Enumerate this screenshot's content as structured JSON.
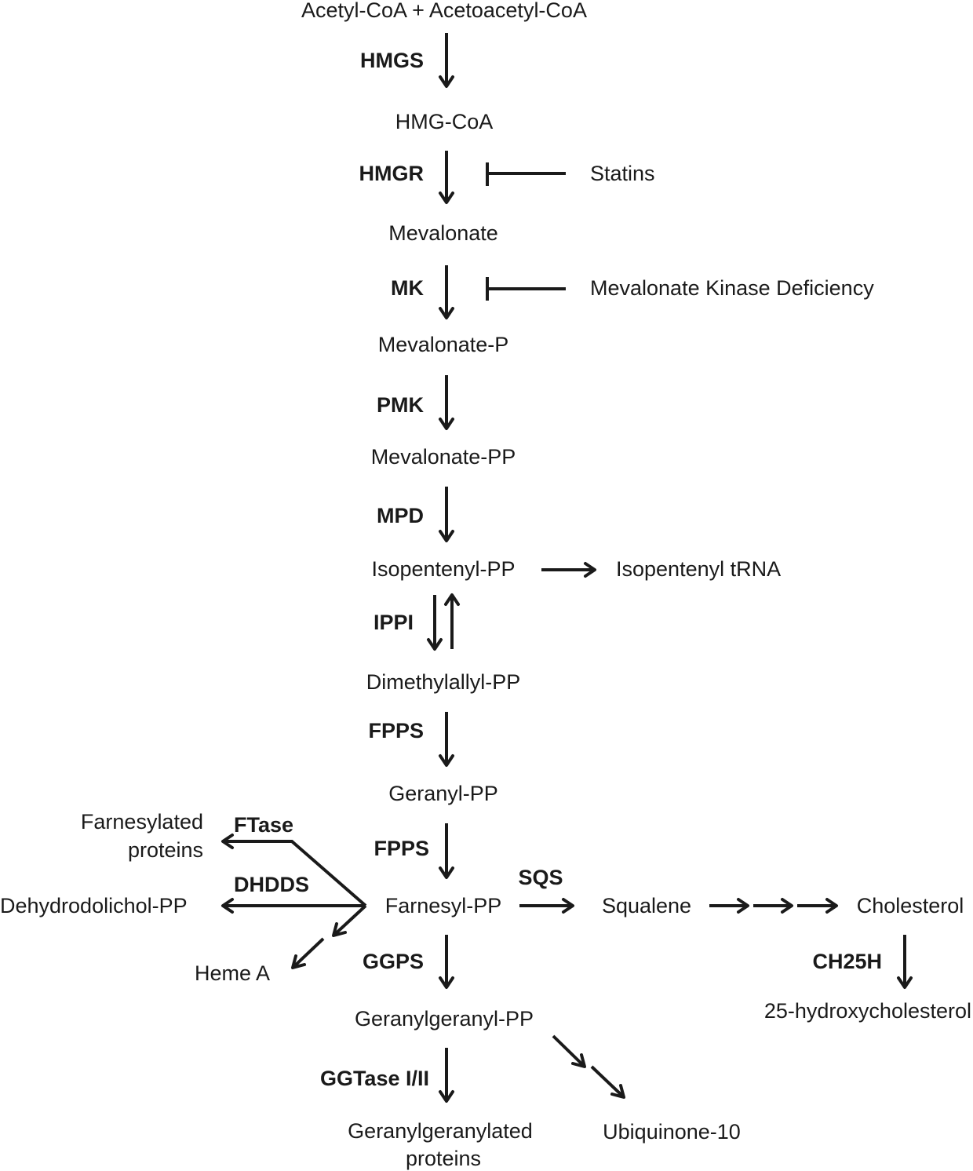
{
  "metabolites": {
    "acetyl_coa": "Acetyl-CoA + Acetoacetyl-CoA",
    "hmg_coa": "HMG-CoA",
    "mevalonate": "Mevalonate",
    "mevalonate_p": "Mevalonate-P",
    "mevalonate_pp": "Mevalonate-PP",
    "isopentenyl_pp": "Isopentenyl-PP",
    "isopentenyl_trna": "Isopentenyl tRNA",
    "dimethylallyl_pp": "Dimethylallyl-PP",
    "geranyl_pp": "Geranyl-PP",
    "farnesylated_proteins_line1": "Farnesylated",
    "farnesylated_proteins_line2": "proteins",
    "dehydrodolichol_pp": "Dehydrodolichol-PP",
    "heme_a": "Heme A",
    "farnesyl_pp": "Farnesyl-PP",
    "squalene": "Squalene",
    "cholesterol": "Cholesterol",
    "hydroxycholesterol": "25-hydroxycholesterol",
    "geranylgeranyl_pp": "Geranylgeranyl-PP",
    "geranylgeranylated_proteins_line1": "Geranylgeranylated",
    "geranylgeranylated_proteins_line2": "proteins",
    "ubiquinone": "Ubiquinone-10"
  },
  "enzymes": {
    "hmgs": "HMGS",
    "hmgr": "HMGR",
    "mk": "MK",
    "pmk": "PMK",
    "mpd": "MPD",
    "ippi": "IPPI",
    "fpps_1": "FPPS",
    "fpps_2": "FPPS",
    "ftase": "FTase",
    "dhdds": "DHDDS",
    "sqs": "SQS",
    "ggps": "GGPS",
    "ch25h": "CH25H",
    "ggtase": "GGTase I/II"
  },
  "inhibitors": {
    "statins": "Statins",
    "mevalonate_kinase_deficiency": "Mevalonate Kinase Deficiency"
  }
}
